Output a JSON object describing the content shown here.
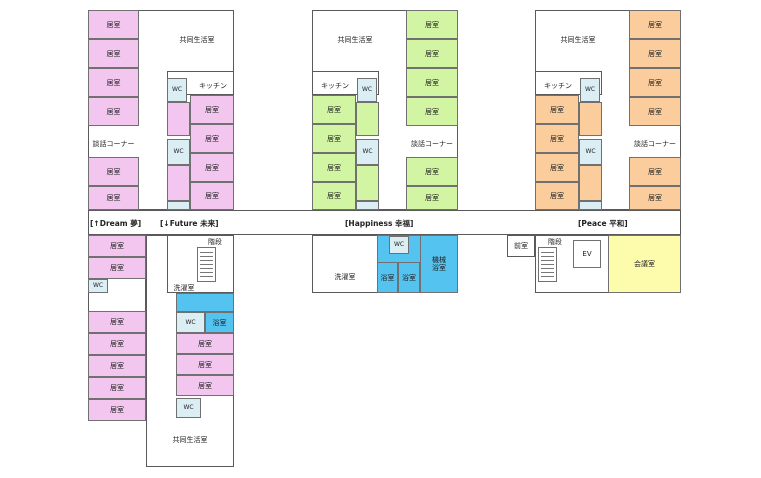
{
  "labels": {
    "room": "居室",
    "wc": "WC",
    "kitchen": "キッチン",
    "common_room": "共同生活室",
    "lounge": "談話コーナー",
    "stairs": "階段",
    "laundry": "洗濯室",
    "bath": "浴室",
    "machine_bath": "機械\n浴室",
    "front_room": "前室",
    "elevator": "EV",
    "meeting_room": "会議室"
  },
  "corridor": {
    "dream": "[↑Dream 夢]",
    "future": "[↓Future 未来]",
    "happiness": "[Happiness 幸福]",
    "peace": "[Peace 平和]"
  },
  "colors": {
    "dream_future_units": "#f3c6f0",
    "happiness_unit": "#d2f5a3",
    "peace_unit": "#fbcd9d",
    "bath_area": "#55c3ef",
    "meeting_room": "#fdfbac",
    "wc": "#dbeef4"
  }
}
